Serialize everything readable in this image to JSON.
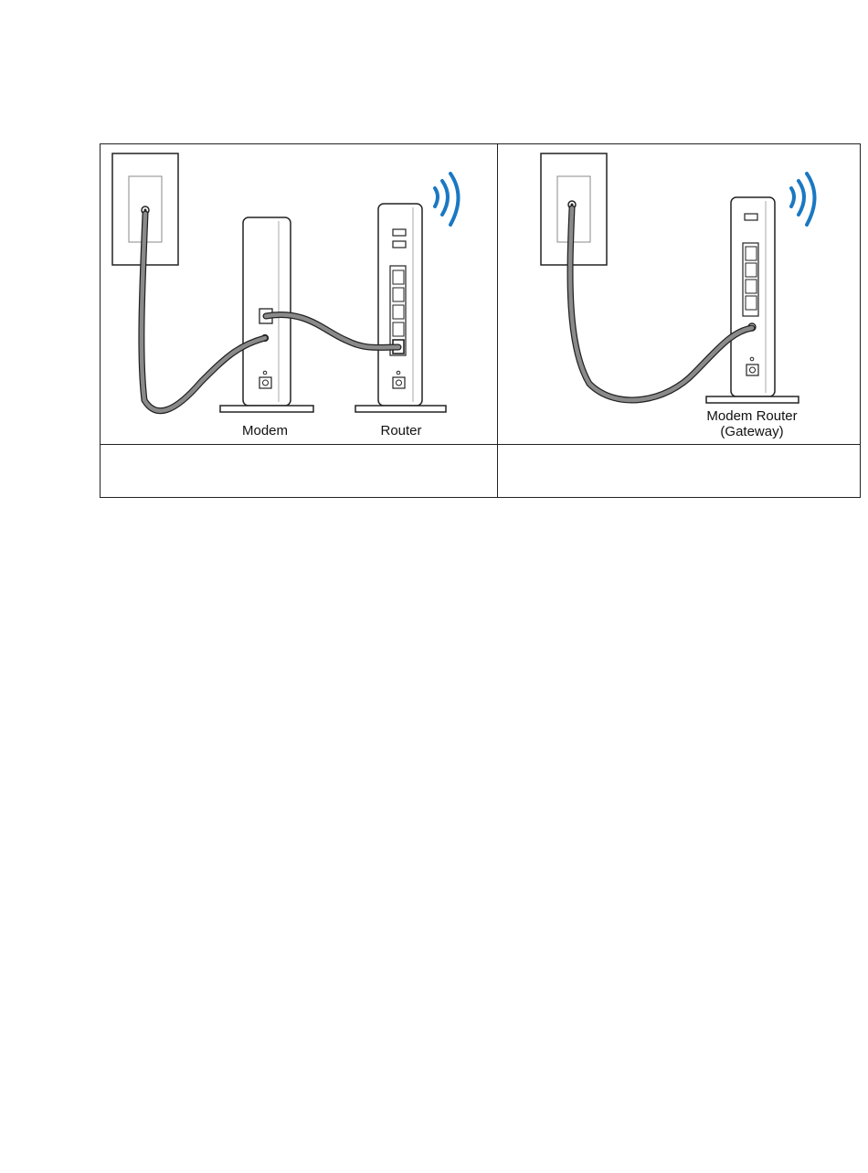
{
  "left_panel": {
    "labels": {
      "modem": "Modem",
      "router": "Router"
    },
    "caption": ""
  },
  "right_panel": {
    "labels": {
      "line1": "Modem Router",
      "line2": "(Gateway)"
    },
    "caption": ""
  },
  "colors": {
    "wifi": "#1a78c2",
    "cable": "#8a8a8a",
    "outline": "#222222"
  }
}
